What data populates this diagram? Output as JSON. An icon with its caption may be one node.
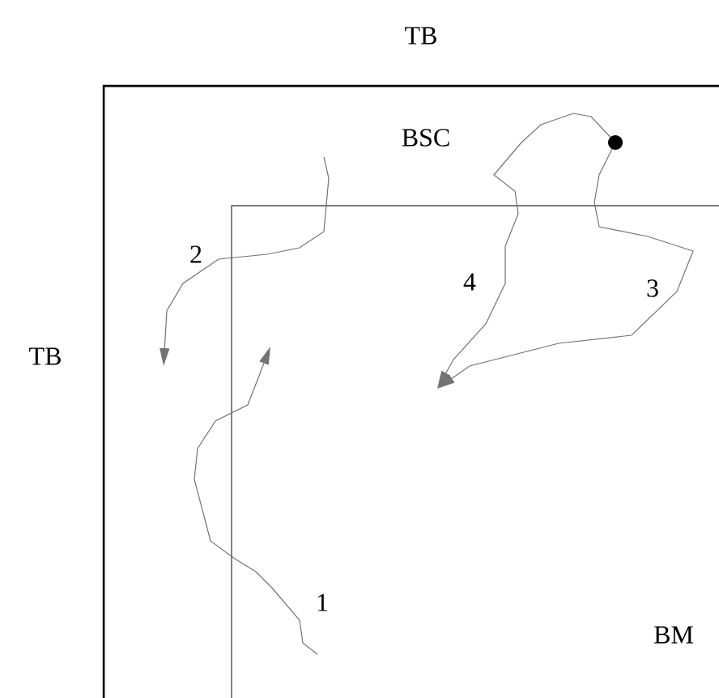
{
  "diagram": {
    "labels": [
      "TB",
      "BSC",
      "2",
      "4",
      "3",
      "TB",
      "1",
      "BM"
    ]
  }
}
